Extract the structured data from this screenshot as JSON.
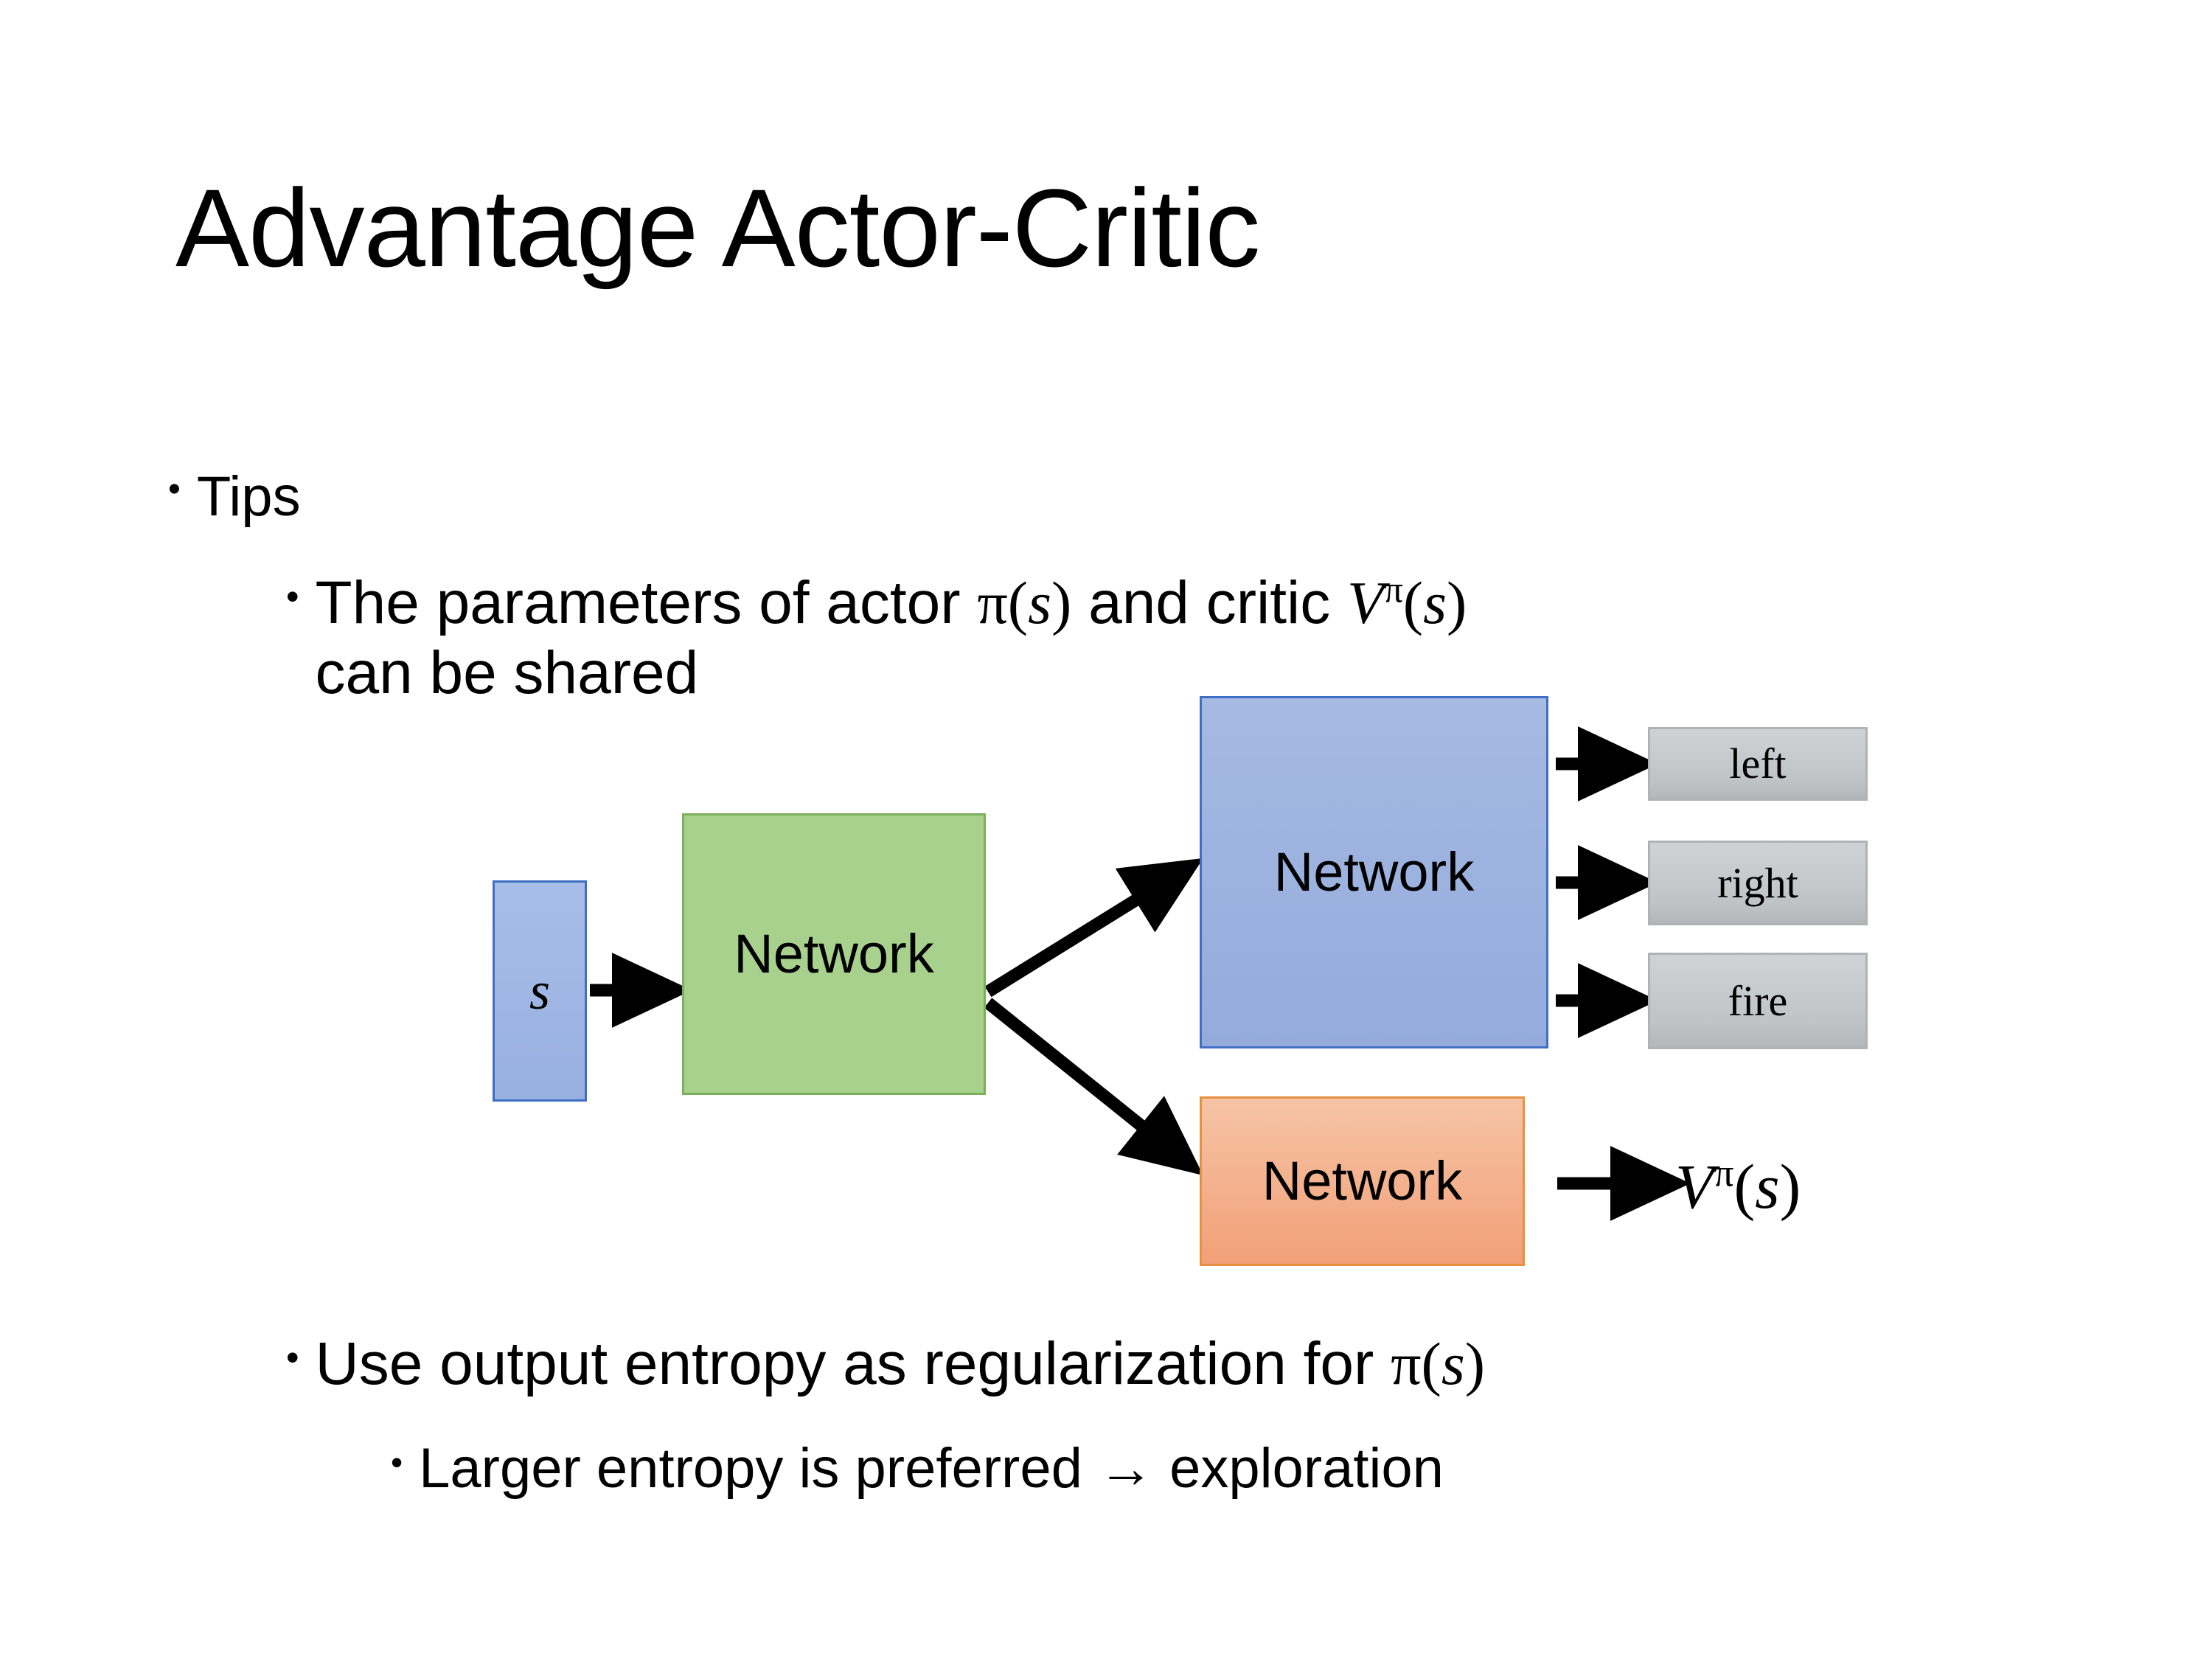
{
  "slide": {
    "title": "Advantage Actor-Critic",
    "background_color": "#ffffff",
    "text_color": "#000000"
  },
  "bullets": {
    "tips": {
      "marker": "•",
      "text": "Tips"
    },
    "parameters": {
      "marker": "•",
      "line1_prefix": "The parameters of actor ",
      "math_pi": "π(s)",
      "line1_middle": " and critic ",
      "math_v": "Vπ(s)",
      "line2": "can be shared"
    },
    "entropy": {
      "marker": "•",
      "text_prefix": "Use output entropy as regularization for ",
      "math_pi": "π(s)"
    },
    "larger": {
      "marker": "•",
      "text": "Larger entropy is preferred → exploration"
    }
  },
  "diagram": {
    "state_box": {
      "label": "s",
      "fill": "#9bb2e1",
      "border": "#3f6fc4"
    },
    "shared_network_box": {
      "label": "Network",
      "fill": "#a9d18e",
      "border": "#7ab05a"
    },
    "actor_network_box": {
      "label": "Network",
      "fill": "#9ab0dd",
      "border": "#3f6fc4"
    },
    "critic_network_box": {
      "label": "Network",
      "fill": "#f3ab84",
      "border": "#e8903f"
    },
    "action_outputs": [
      {
        "label": "left",
        "fill": "#c4c7ca",
        "border": "#b0b3b6"
      },
      {
        "label": "right",
        "fill": "#c4c7ca",
        "border": "#b0b3b6"
      },
      {
        "label": "fire",
        "fill": "#c4c7ca",
        "border": "#b0b3b6"
      }
    ],
    "critic_output": {
      "base": "V",
      "superscript": "π",
      "argument": "(s)"
    },
    "arrow_color": "#000000"
  }
}
